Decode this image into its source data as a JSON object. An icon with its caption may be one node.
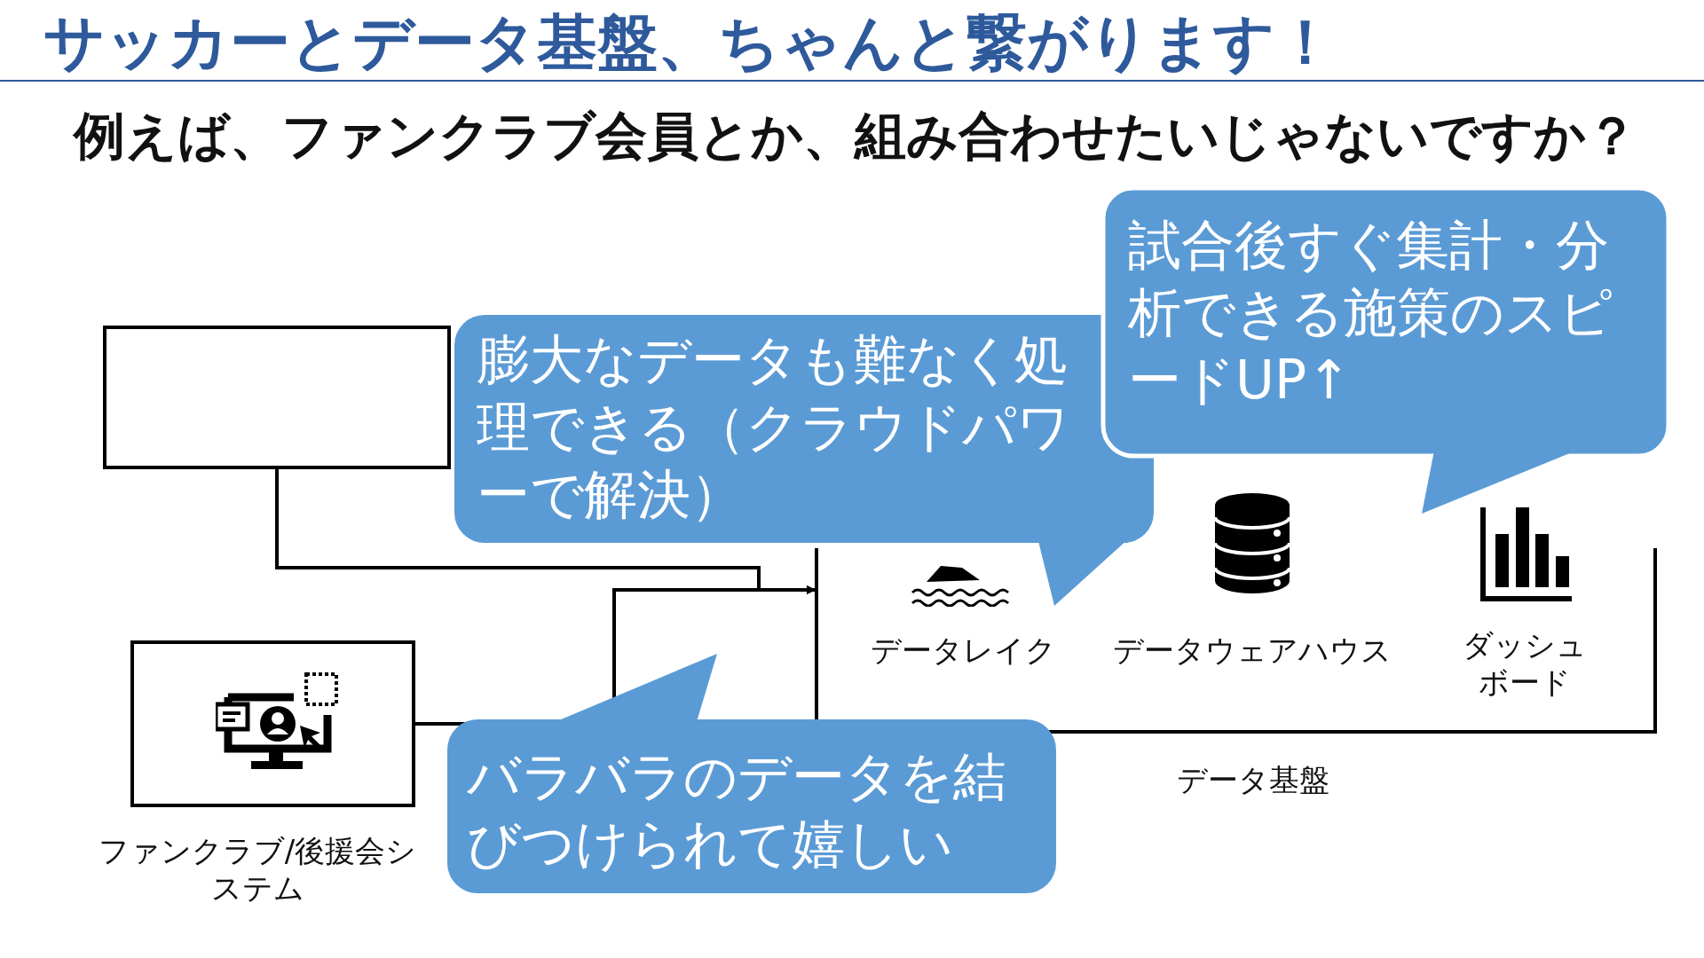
{
  "diagram": {
    "title": "サッカーとデータ基盤、ちゃんと繋がります！",
    "nodes": [
      {
        "text": [],
        "shape": "box"
      },
      {
        "text": [],
        "shape": "box",
        "beside": [
          "データ基盤"
        ]
      },
      {
        "text": [],
        "shape": "box",
        "beside": [
          "ファンクラブ/後援会システム"
        ]
      },
      {
        "text": [
          "膨大なデータも難なく処理できる（クラウドパワーで解決）"
        ]
      },
      {
        "text": [
          "試合後すぐ集計・分析できる施策のスピードUP↑"
        ]
      },
      {
        "text": [
          "バラバラのデータを結びつけられて嬉しい"
        ]
      }
    ],
    "edges": [
      {
        "from": 0,
        "to": 1,
        "arrow": "to"
      },
      {
        "from": 2,
        "to": 1,
        "arrow": "to"
      }
    ],
    "labels": [
      "例えば、ファンクラブ会員とか、組み合わせたいじゃないですか？",
      "データレイク",
      "データウェアハウス",
      "ダッシュボード"
    ]
  }
}
